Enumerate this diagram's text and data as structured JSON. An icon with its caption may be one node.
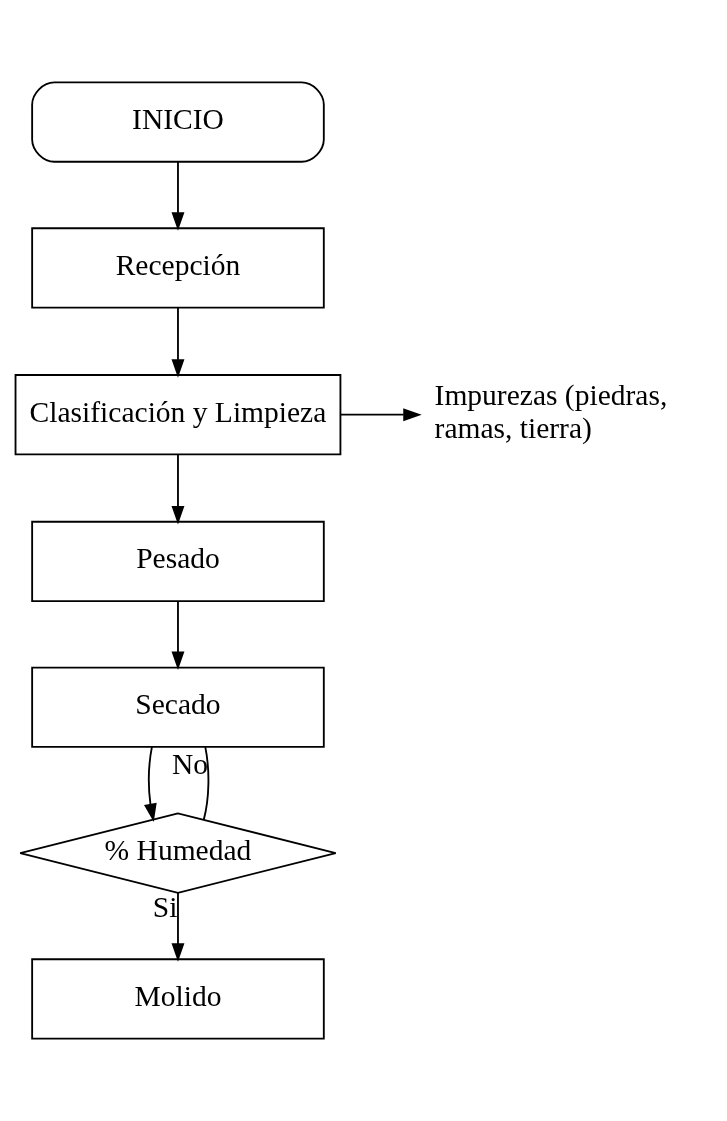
{
  "diagram": {
    "nodes": [
      {
        "text": [
          "INICIO"
        ]
      },
      {
        "text": [
          "Recepción"
        ]
      },
      {
        "text": [
          "Clasificación y Limpieza"
        ]
      },
      {
        "text": [
          "Impurezas (piedras, ramas, tierra)"
        ]
      },
      {
        "text": [
          "Pesado"
        ]
      },
      {
        "text": [
          "Secado"
        ]
      },
      {
        "text": [
          "% Humedad"
        ]
      },
      {
        "text": [
          "Molido"
        ]
      }
    ],
    "edges": [
      {
        "from": 0,
        "to": 1,
        "arrow": "to"
      },
      {
        "from": 1,
        "to": 2,
        "arrow": "to"
      },
      {
        "from": 2,
        "to": 3,
        "arrow": "to"
      },
      {
        "from": 2,
        "to": 4,
        "arrow": "to"
      },
      {
        "from": 4,
        "to": 5,
        "arrow": "to"
      },
      {
        "from": 5,
        "to": 6,
        "arrow": "to"
      },
      {
        "from": 6,
        "to": 5,
        "arrow": "none",
        "label": "No"
      },
      {
        "from": 6,
        "to": 7,
        "arrow": "to",
        "label": "Si"
      }
    ]
  }
}
